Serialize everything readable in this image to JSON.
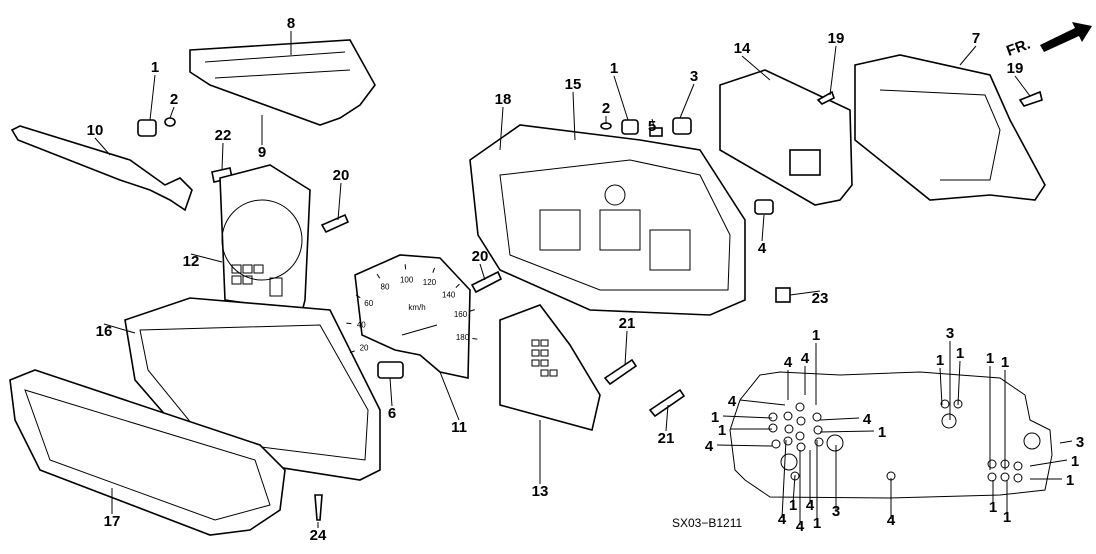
{
  "diagram_code": "SX03−B1211",
  "direction_label": "FR.",
  "callouts": [
    "8",
    "1",
    "2",
    "10",
    "9",
    "22",
    "20",
    "12",
    "16",
    "6",
    "11",
    "17",
    "24",
    "20",
    "21",
    "21",
    "13",
    "18",
    "15",
    "1",
    "2",
    "5",
    "3",
    "14",
    "19",
    "7",
    "19",
    "4",
    "23"
  ],
  "speedometer": {
    "ticks": [
      "20",
      "40",
      "60",
      "80",
      "100",
      "120",
      "140",
      "160",
      "180"
    ],
    "unit": "km/h"
  },
  "schematic_callouts": [
    "4",
    "4",
    "1",
    "3",
    "1",
    "1",
    "1",
    "1",
    "4",
    "1",
    "1",
    "4",
    "4",
    "1",
    "3",
    "1",
    "1",
    "1",
    "4",
    "3",
    "4",
    "1",
    "1",
    "4",
    "4",
    "1"
  ]
}
